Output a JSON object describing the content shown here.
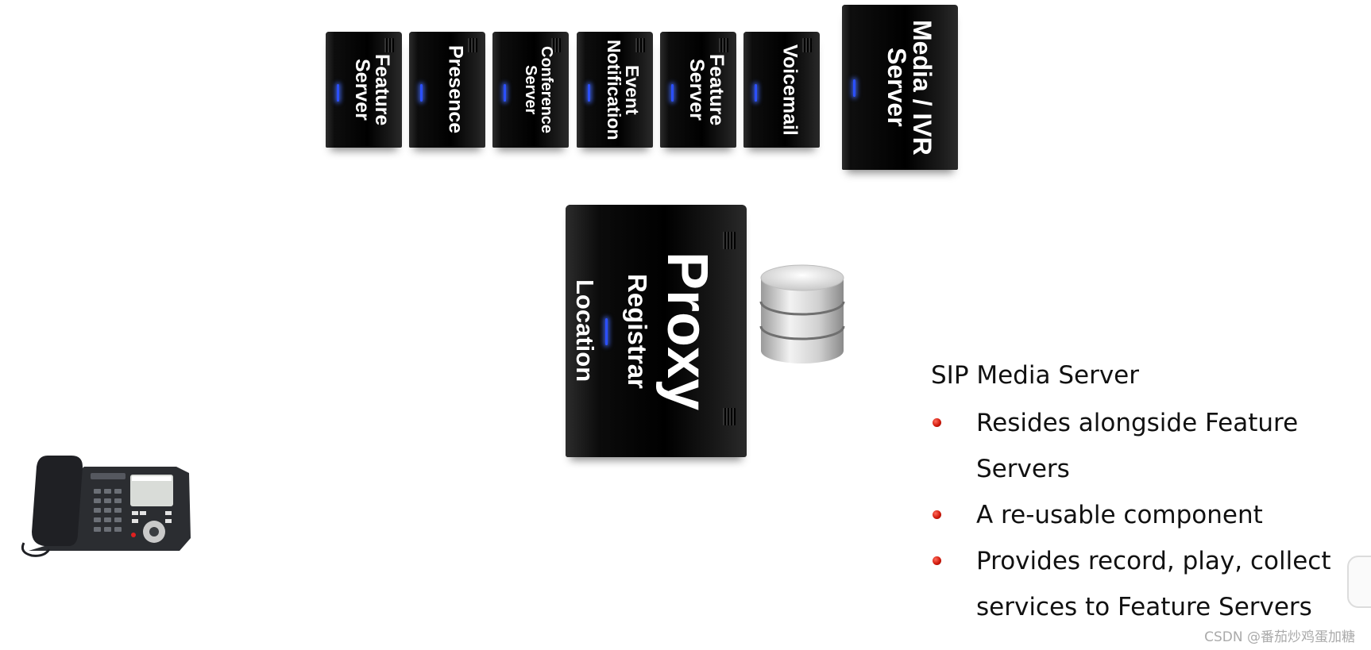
{
  "servers": [
    {
      "label": "Feature\nServer"
    },
    {
      "label": "Presence"
    },
    {
      "label": "Conference\nServer"
    },
    {
      "label": "Event\nNotification"
    },
    {
      "label": "Feature\nServer"
    },
    {
      "label": "Voicemail"
    }
  ],
  "media_server": {
    "label": "Media / IVR\nServer"
  },
  "proxy": {
    "main": "Proxy",
    "registrar": "Registrar",
    "location": "Location"
  },
  "database": {
    "icon": "database-icon"
  },
  "phone": {
    "icon": "ip-phone-icon"
  },
  "info": {
    "title": "SIP Media Server",
    "bullets": [
      {
        "text": "Resides alongside Feature Servers"
      },
      {
        "text": "A re-usable component"
      },
      {
        "text": "Provides record, play, collect services to Feature Servers"
      }
    ]
  },
  "watermark": "CSDN @番茄炒鸡蛋加糖",
  "colors": {
    "server_body": "#000000",
    "led": "#2b4fff",
    "bullet": "#d11a0c"
  }
}
